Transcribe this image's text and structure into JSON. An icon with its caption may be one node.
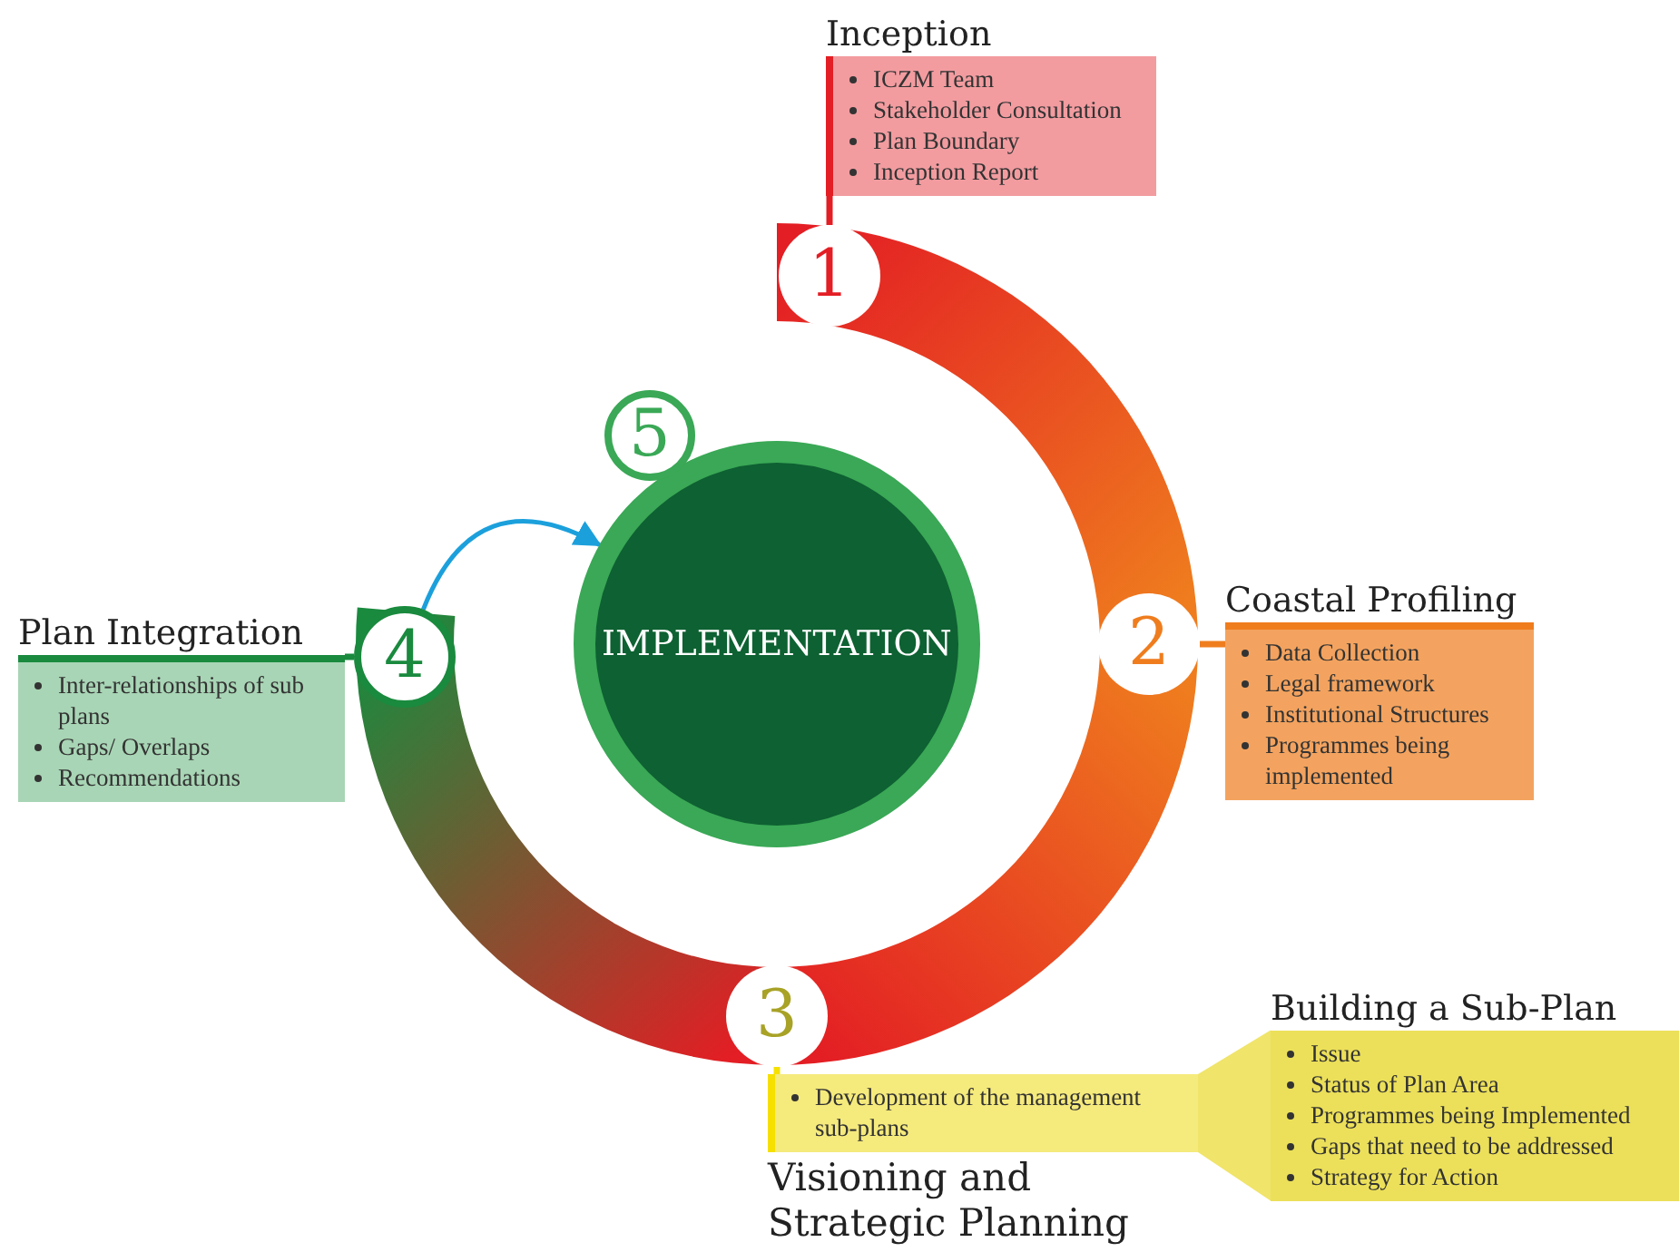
{
  "diagram": {
    "nodes": [
      {
        "text": [
          "1"
        ]
      },
      {
        "text": [
          "Inception",
          "ICZM Team",
          "Stakeholder Consultation",
          "Plan Boundary",
          "Inception Report"
        ]
      },
      {
        "text": [
          "2"
        ]
      },
      {
        "text": [
          "Coastal Profiling",
          "Data Collection",
          "Legal framework",
          "Institutional Structures",
          "Programmes being implemented"
        ]
      },
      {
        "text": [
          "3"
        ]
      },
      {
        "text": [
          "Development of the management sub-plans",
          "Visioning and Strategic Planning"
        ]
      },
      {
        "text": [
          "Building a Sub-Plan",
          "Issue",
          "Status of Plan Area",
          "Programmes being Implemented",
          "Gaps that need to be addressed",
          "Strategy for Action"
        ]
      },
      {
        "text": [
          "4"
        ]
      },
      {
        "text": [
          "Plan Integration",
          "Inter-relationships of sub plans",
          "Gaps/ Overlaps",
          "Recommendations"
        ]
      },
      {
        "text": [
          "5"
        ]
      },
      {
        "text": [
          "IMPLEMENTATION"
        ]
      }
    ],
    "edges": [
      {
        "from": 0,
        "to": 1,
        "arrow": "none",
        "color": "#e31e24"
      },
      {
        "from": 2,
        "to": 3,
        "arrow": "none",
        "color": "#ef7d1e"
      },
      {
        "from": 4,
        "to": 5,
        "arrow": "none",
        "color": "#f5e000"
      },
      {
        "from": 5,
        "to": 6,
        "arrow": "none",
        "color": "#f0e46a"
      },
      {
        "from": 7,
        "to": 8,
        "arrow": "none",
        "color": "#1a8a3e"
      },
      {
        "from": 7,
        "to": 10,
        "arrow": "to",
        "color": "#1ca0dc"
      }
    ]
  }
}
